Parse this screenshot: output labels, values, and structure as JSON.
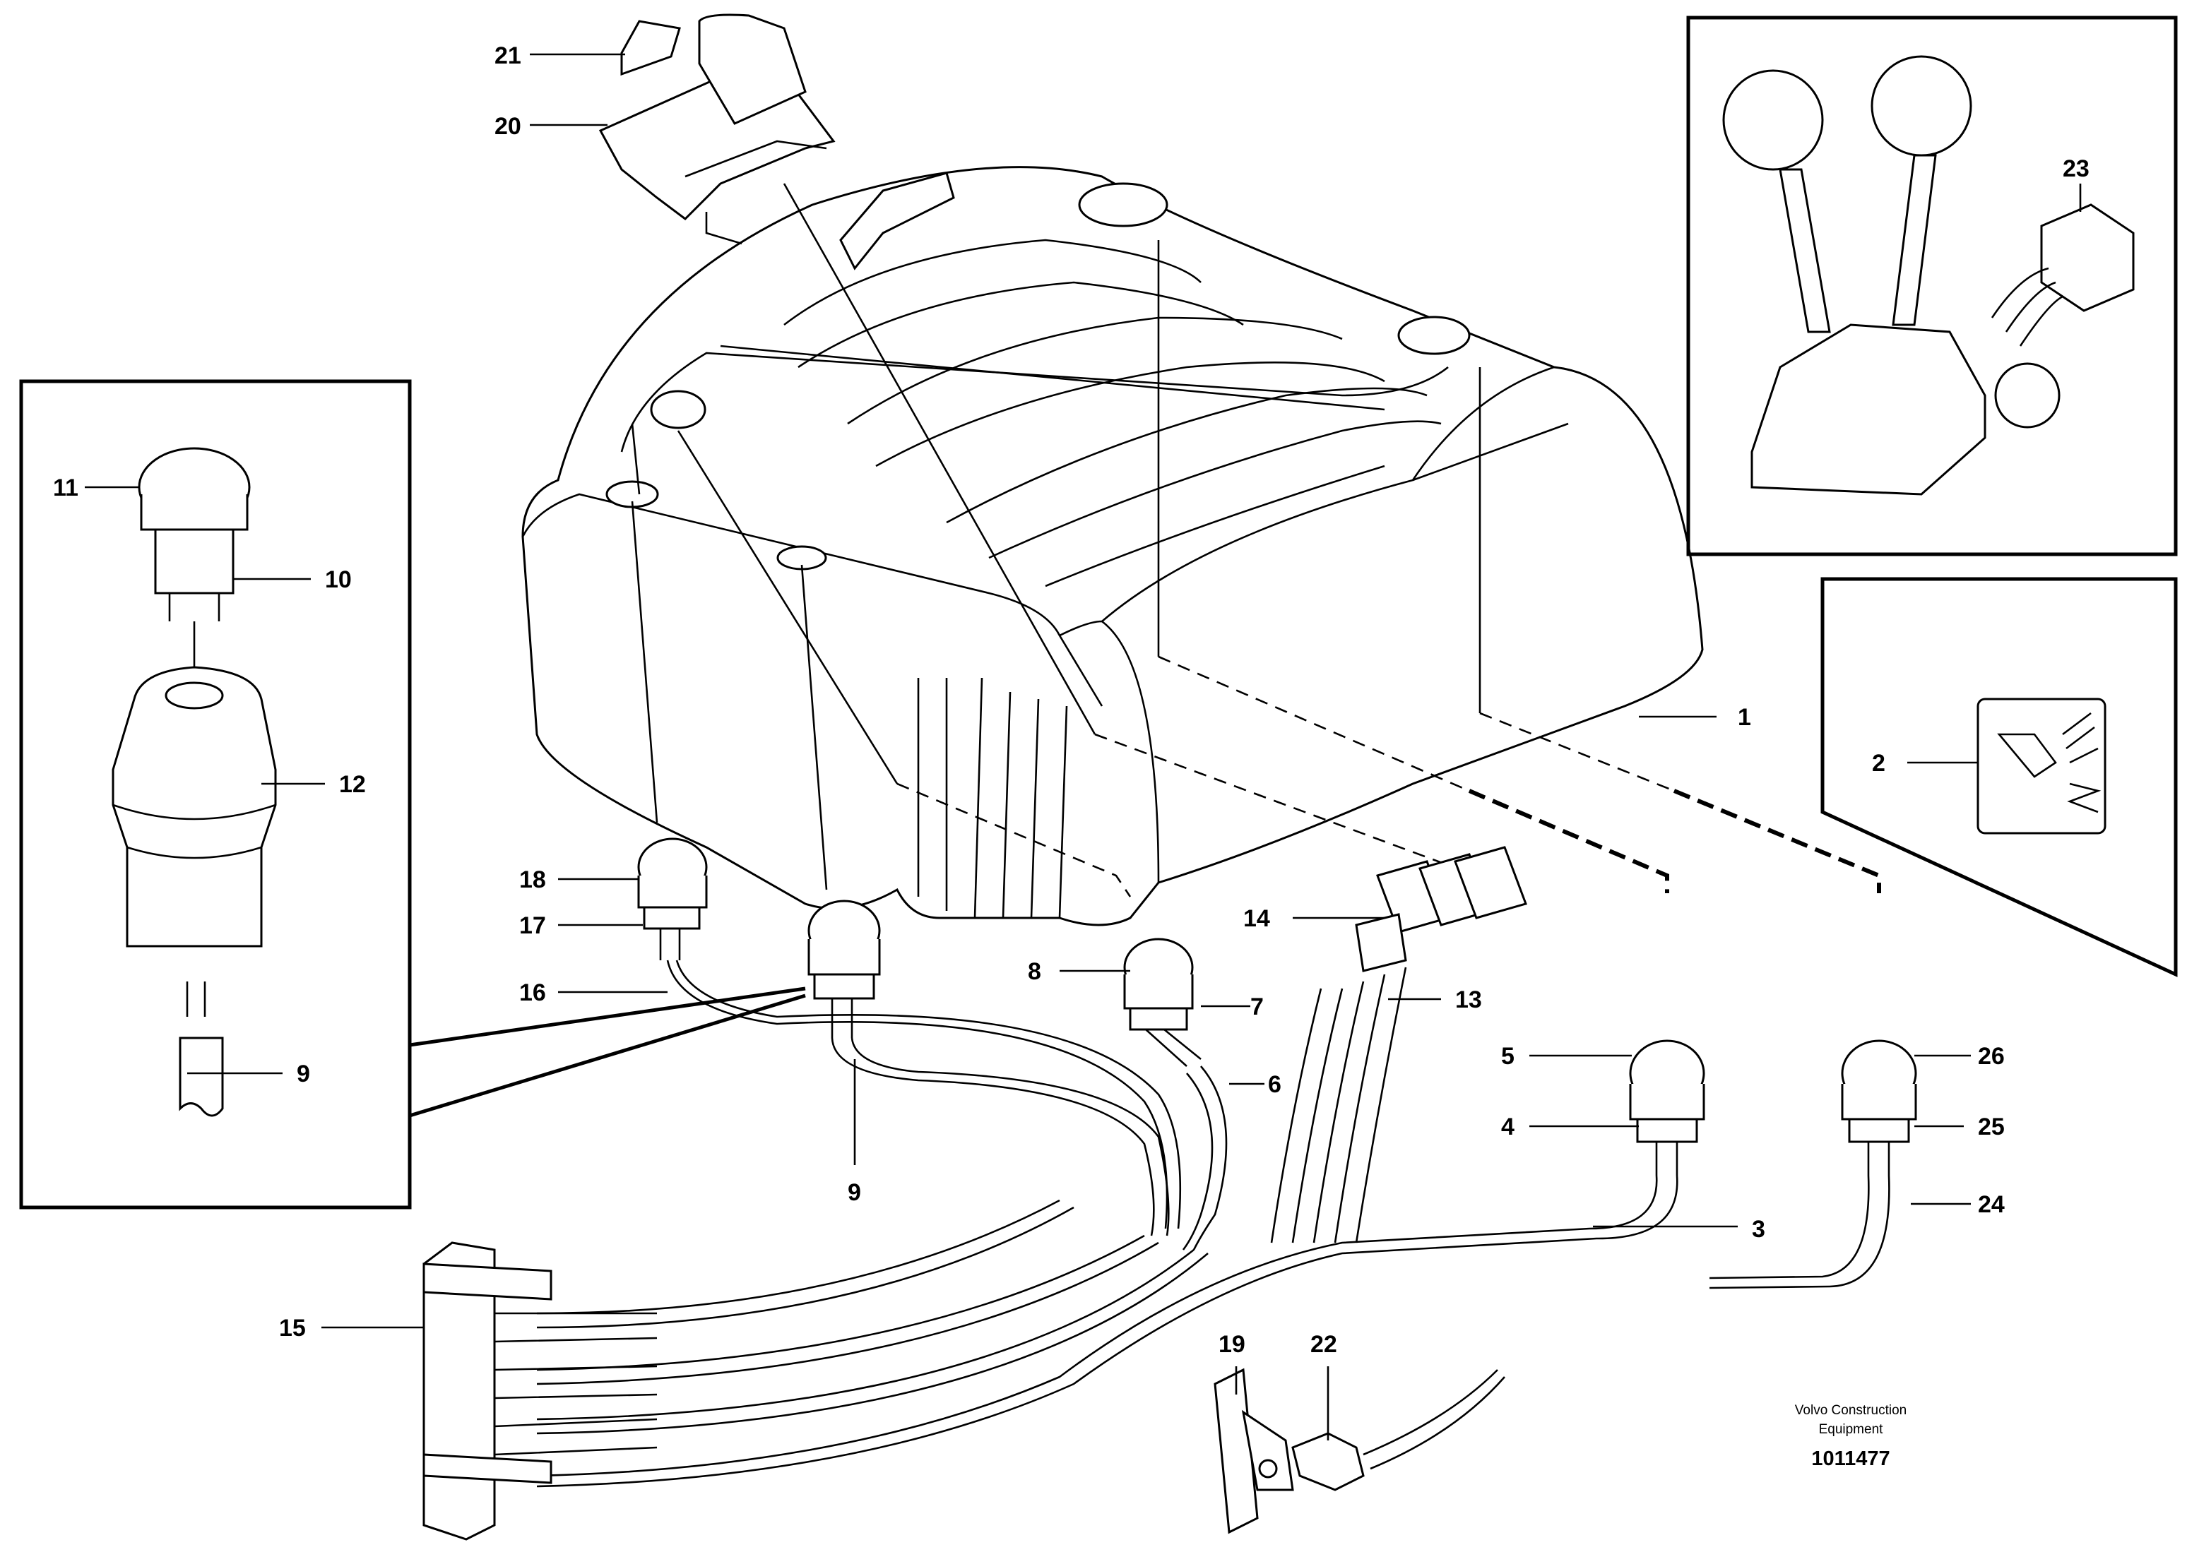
{
  "diagram": {
    "callouts": [
      {
        "id": "1",
        "text": "1"
      },
      {
        "id": "2",
        "text": "2"
      },
      {
        "id": "3",
        "text": "3"
      },
      {
        "id": "4",
        "text": "4"
      },
      {
        "id": "5",
        "text": "5"
      },
      {
        "id": "6",
        "text": "6"
      },
      {
        "id": "7",
        "text": "7"
      },
      {
        "id": "8",
        "text": "8"
      },
      {
        "id": "9a",
        "text": "9"
      },
      {
        "id": "9b",
        "text": "9"
      },
      {
        "id": "10",
        "text": "10"
      },
      {
        "id": "11",
        "text": "11"
      },
      {
        "id": "12",
        "text": "12"
      },
      {
        "id": "13",
        "text": "13"
      },
      {
        "id": "14",
        "text": "14"
      },
      {
        "id": "15",
        "text": "15"
      },
      {
        "id": "16",
        "text": "16"
      },
      {
        "id": "17",
        "text": "17"
      },
      {
        "id": "18",
        "text": "18"
      },
      {
        "id": "19",
        "text": "19"
      },
      {
        "id": "20",
        "text": "20"
      },
      {
        "id": "21",
        "text": "21"
      },
      {
        "id": "22",
        "text": "22"
      },
      {
        "id": "23",
        "text": "23"
      },
      {
        "id": "24",
        "text": "24"
      },
      {
        "id": "25",
        "text": "25"
      },
      {
        "id": "26",
        "text": "26"
      }
    ],
    "credit_line1": "Volvo Construction",
    "credit_line2": "Equipment",
    "doc_number": "1011477"
  }
}
